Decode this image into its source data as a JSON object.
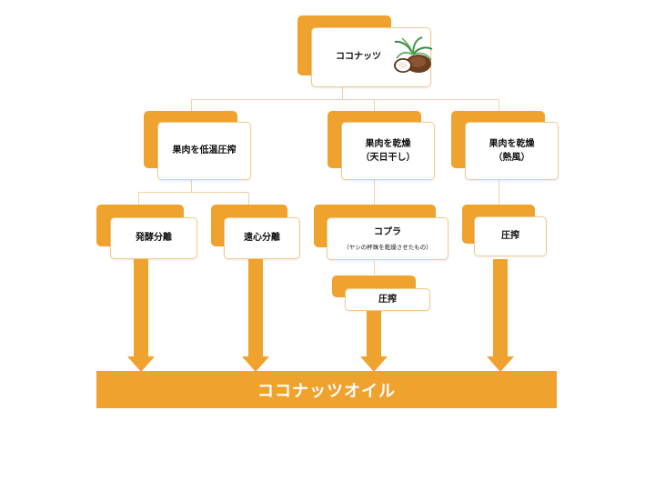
{
  "root": {
    "label": "ココナッツ",
    "icon": "coconut-icon"
  },
  "methods": {
    "low_temp": "果肉を低温圧搾",
    "sun_dry": "果肉を乾燥\n（天日干し）",
    "hot_air": "果肉を乾燥\n（熱風）"
  },
  "processes": {
    "fermentation": "発酵分離",
    "centrifugal": "遠心分離",
    "copra": "コプラ",
    "copra_note": "（ヤシの杯珠を乾燥させたもの）",
    "press_copra": "圧搾",
    "press_hot_air": "圧搾"
  },
  "result": "ココナッツオイル",
  "colors": {
    "accent": "#f0a22e",
    "connector": "#f3d3a0",
    "card_border": "#f3c98a"
  }
}
